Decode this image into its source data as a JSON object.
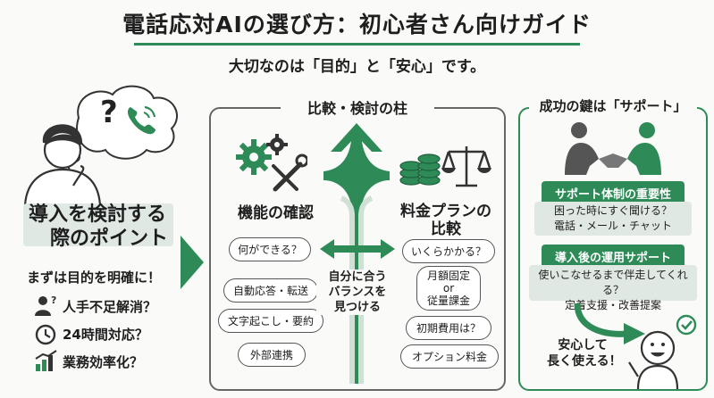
{
  "header": {
    "title": "電話応対AIの選び方：初心者さん向けガイド",
    "subtitle": "大切なのは「目的」と「安心」です。"
  },
  "left": {
    "heading_line1": "導入を検討する",
    "heading_line2": "際のポイント",
    "purpose_title": "まずは目的を明確に！",
    "items": [
      {
        "label": "人手不足解消？",
        "icon": "people-question-icon"
      },
      {
        "label": "24時間対応？",
        "icon": "clock-icon"
      },
      {
        "label": "業務効率化？",
        "icon": "bar-chart-icon"
      }
    ],
    "bubble_icons": [
      "question-mark-icon",
      "phone-icon"
    ]
  },
  "center": {
    "title": "比較・検討の柱",
    "function": {
      "heading": "機能の確認",
      "pills": [
        "何ができる？",
        "自動応答・転送",
        "文字起こし・要約",
        "外部連携"
      ]
    },
    "pricing": {
      "heading_line1": "料金プランの",
      "heading_line2": "比較",
      "pills": [
        "いくらかかる？",
        "月額固定",
        "or",
        "従量課金",
        "初期費用は？",
        "オプション料金"
      ]
    },
    "balance": [
      "自分に合う",
      "バランスを",
      "見つける"
    ]
  },
  "right": {
    "title": "成功の鍵は「サポート」",
    "support_heading": "サポート体制の重要性",
    "support_note": [
      "困った時にすぐ聞ける？",
      "電話・メール・チャット"
    ],
    "after_heading": "導入後の運用サポート",
    "after_note": [
      "使いこなせるまで伴走してくれる？",
      "定着支援・改善提案"
    ],
    "closing": [
      "安心して",
      "長く使える！"
    ]
  },
  "colors": {
    "accent": "#2e8b57",
    "accent_light": "#dfe8e2",
    "stroke": "#333333"
  }
}
